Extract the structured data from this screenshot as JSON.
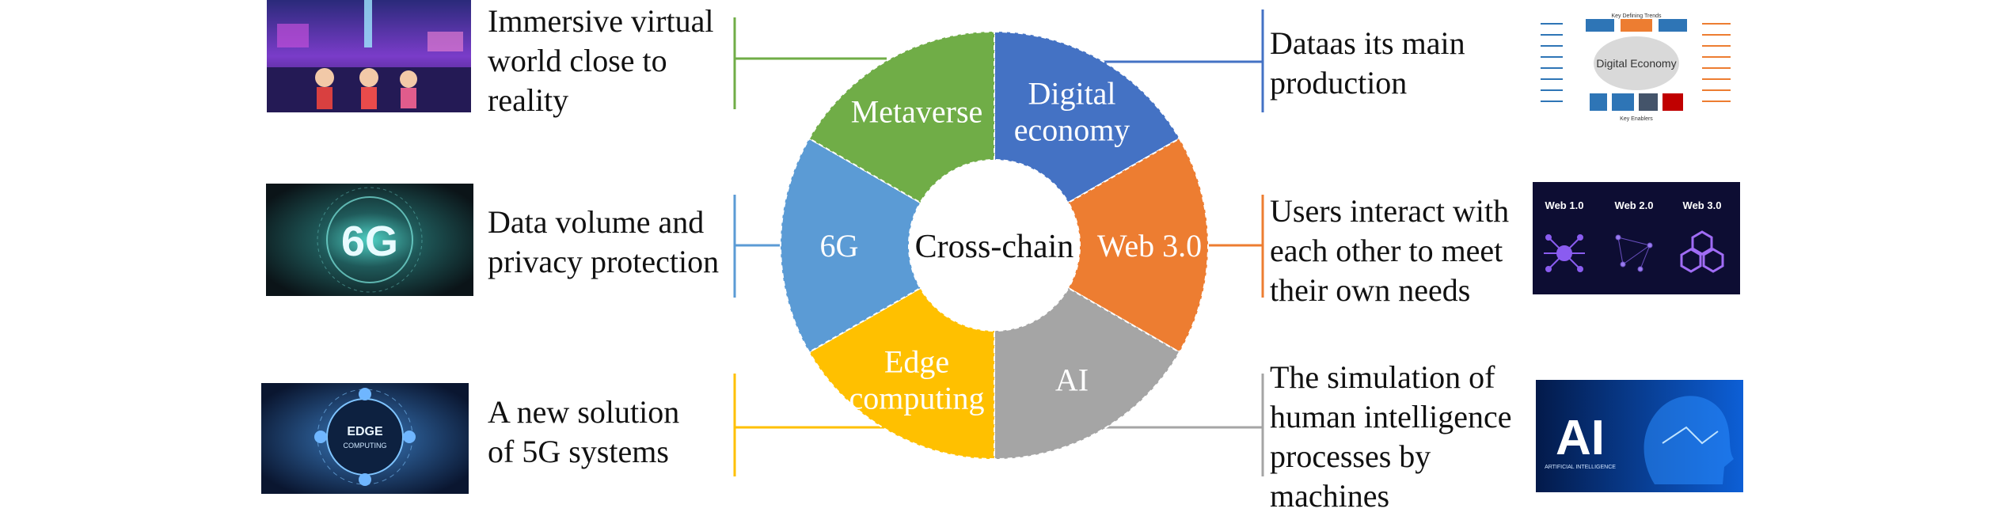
{
  "ring": {
    "center_label": "Cross-chain",
    "segments": [
      {
        "id": "digital-economy",
        "lines": [
          "Digital",
          "economy"
        ],
        "color": "#4472C4"
      },
      {
        "id": "web3",
        "lines": [
          "Web 3.0"
        ],
        "color": "#ED7D31"
      },
      {
        "id": "ai",
        "lines": [
          "AI"
        ],
        "color": "#A5A5A5"
      },
      {
        "id": "edge-computing",
        "lines": [
          "Edge",
          "computing"
        ],
        "color": "#FFC000"
      },
      {
        "id": "6g",
        "lines": [
          "6G"
        ],
        "color": "#5B9BD5"
      },
      {
        "id": "metaverse",
        "lines": [
          "Metaverse"
        ],
        "color": "#70AD47"
      }
    ]
  },
  "descriptions": {
    "metaverse": "Immersive virtual\nworld close to\nreality",
    "6g": "Data volume and\nprivacy protection",
    "edge": "A new solution\nof 5G systems",
    "digital_economy": "Dataas its main\nproduction",
    "web3": "Users interact with\neach other to meet\ntheir own needs",
    "ai": "The simulation of\nhuman intelligence\nprocesses by\nmachines"
  },
  "thumbnails": {
    "sixg": {
      "text": "6G"
    },
    "edge": {
      "line1": "EDGE",
      "line2": "COMPUTING"
    },
    "ai": {
      "text": "AI",
      "sub": "ARTIFICIAL INTELLIGENCE"
    },
    "web3": {
      "labels": [
        "Web 1.0",
        "Web 2.0",
        "Web 3.0"
      ]
    },
    "digital_economy": {
      "center": "Digital Economy",
      "top": "Key Defining Trends",
      "bottom": "Key Enablers"
    }
  }
}
